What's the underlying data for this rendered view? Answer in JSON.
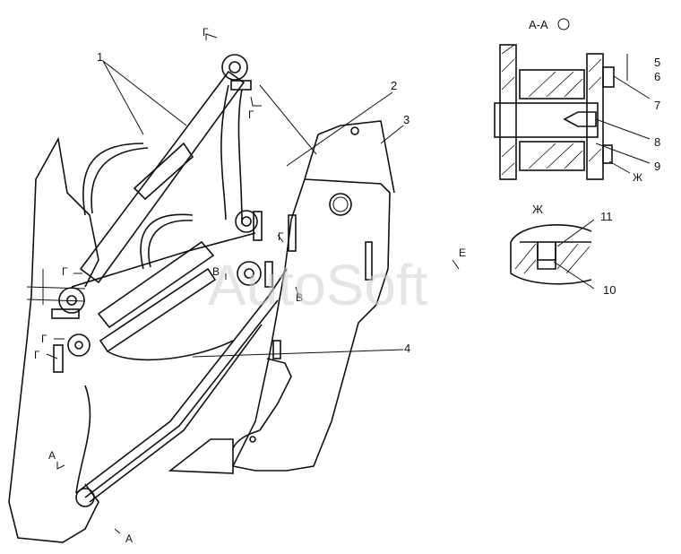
{
  "labels": {
    "section_title": "А-А",
    "view_zh": "Ж",
    "zh_label_small": "Ж",
    "n1": "1",
    "n2": "2",
    "n3": "3",
    "n4": "4",
    "n5": "5",
    "n6": "6",
    "n7": "7",
    "n8": "8",
    "n9": "9",
    "n10": "10",
    "n11": "11",
    "g1": "Г",
    "g2": "Г",
    "g3": "Г",
    "g4": "Г",
    "g5": "Г",
    "g6": "Г",
    "v1": "В",
    "v2": "В",
    "e1": "Е",
    "a1": "А",
    "a2": "А"
  },
  "watermark": "AutoSoft"
}
